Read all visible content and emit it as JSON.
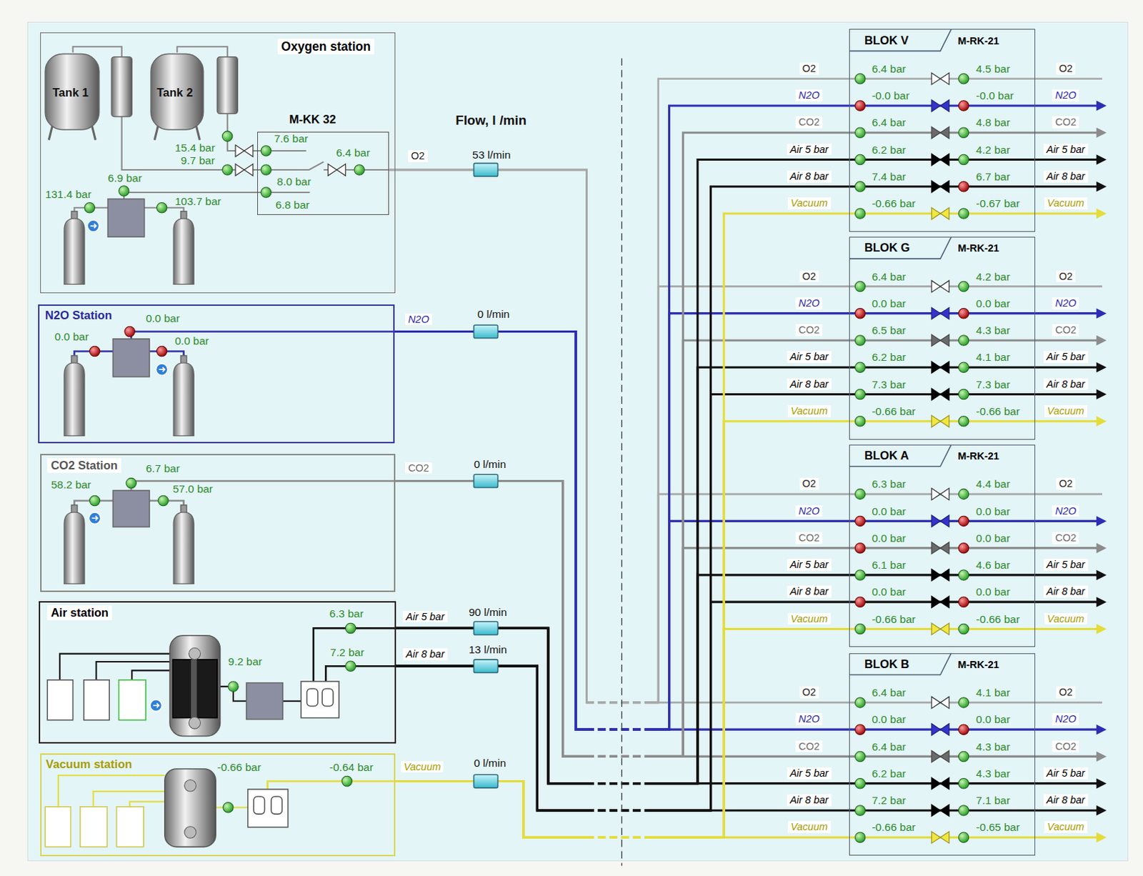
{
  "diagram": {
    "nodes": [
      {
        "text": [
          "Oxygen station"
        ]
      },
      {
        "text": [
          "M-KK 32"
        ],
        "in": 0
      },
      {
        "text": [
          "N2O Station"
        ]
      },
      {
        "text": [
          "CO2 Station"
        ]
      },
      {
        "text": [
          "Air station"
        ]
      },
      {
        "text": [
          "Vacuum station"
        ]
      },
      {
        "text": [
          "BLOK V",
          "M-RK-21"
        ]
      },
      {
        "text": [
          "BLOK G",
          "M-RK-21"
        ]
      },
      {
        "text": [
          "BLOK A",
          "M-RK-21"
        ]
      },
      {
        "text": [
          "BLOK B",
          "M-RK-21"
        ]
      }
    ],
    "edges": [
      {
        "from": 1,
        "to": 6,
        "arrow": "none"
      },
      {
        "from": 1,
        "to": 7,
        "arrow": "none"
      },
      {
        "from": 1,
        "to": 8,
        "arrow": "none"
      },
      {
        "from": 1,
        "to": 9,
        "arrow": "none"
      },
      {
        "from": 2,
        "to": 6,
        "arrow": "none"
      },
      {
        "from": 2,
        "to": 7,
        "arrow": "none"
      },
      {
        "from": 2,
        "to": 8,
        "arrow": "none"
      },
      {
        "from": 2,
        "to": 9,
        "arrow": "none"
      },
      {
        "from": 3,
        "to": 6,
        "arrow": "none"
      },
      {
        "from": 3,
        "to": 7,
        "arrow": "none"
      },
      {
        "from": 3,
        "to": 8,
        "arrow": "none"
      },
      {
        "from": 3,
        "to": 9,
        "arrow": "none"
      },
      {
        "from": 4,
        "to": 6,
        "arrow": "none"
      },
      {
        "from": 4,
        "to": 7,
        "arrow": "none"
      },
      {
        "from": 4,
        "to": 8,
        "arrow": "none"
      },
      {
        "from": 4,
        "to": 9,
        "arrow": "none"
      },
      {
        "from": 4,
        "to": 6,
        "arrow": "none"
      },
      {
        "from": 4,
        "to": 7,
        "arrow": "none"
      },
      {
        "from": 4,
        "to": 8,
        "arrow": "none"
      },
      {
        "from": 4,
        "to": 9,
        "arrow": "none"
      },
      {
        "from": 5,
        "to": 6,
        "arrow": "none"
      },
      {
        "from": 5,
        "to": 7,
        "arrow": "none"
      },
      {
        "from": 5,
        "to": 8,
        "arrow": "none"
      },
      {
        "from": 5,
        "to": 9,
        "arrow": "none"
      }
    ],
    "labels": [
      "Tank 1",
      "Tank 2",
      "15.4 bar",
      "9.7 bar",
      "7.6 bar",
      "6.4 bar",
      "8.0 bar",
      "6.8 bar",
      "6.9 bar",
      "131.4 bar",
      "103.7 bar",
      "Flow, l /min",
      "O2",
      "53 l/min",
      "0.0 bar",
      "0.0 bar",
      "0.0 bar",
      "N2O",
      "0 l/min",
      "6.7 bar",
      "58.2 bar",
      "57.0 bar",
      "CO2",
      "0 l/min",
      "6.3 bar",
      "7.2 bar",
      "9.2 bar",
      "Air 5 bar",
      "90 l/min",
      "Air 8 bar",
      "13 l/min",
      "-0.66 bar",
      "-0.64 bar",
      "Vacuum",
      "0 l/min",
      "O2",
      "6.4 bar",
      "4.5 bar",
      "O2",
      "N2O",
      "-0.0 bar",
      "-0.0 bar",
      "N2O",
      "CO2",
      "6.4 bar",
      "4.8 bar",
      "CO2",
      "Air 5 bar",
      "6.2 bar",
      "4.2 bar",
      "Air 5 bar",
      "Air 8 bar",
      "7.4 bar",
      "6.7 bar",
      "Air 8 bar",
      "Vacuum",
      "-0.66 bar",
      "-0.67 bar",
      "Vacuum",
      "O2",
      "6.4 bar",
      "4.2 bar",
      "O2",
      "N2O",
      "0.0 bar",
      "0.0 bar",
      "N2O",
      "CO2",
      "6.5 bar",
      "4.3 bar",
      "CO2",
      "Air 5 bar",
      "6.2 bar",
      "4.1 bar",
      "Air 5 bar",
      "Air 8 bar",
      "7.3 bar",
      "7.3 bar",
      "Air 8 bar",
      "Vacuum",
      "-0.66 bar",
      "-0.66 bar",
      "Vacuum",
      "O2",
      "6.3 bar",
      "4.4 bar",
      "O2",
      "N2O",
      "0.0 bar",
      "0.0 bar",
      "N2O",
      "CO2",
      "0.0 bar",
      "0.0 bar",
      "CO2",
      "Air 5 bar",
      "6.1 bar",
      "4.6 bar",
      "Air 5 bar",
      "Air 8 bar",
      "0.0 bar",
      "0.0 bar",
      "Air 8 bar",
      "Vacuum",
      "-0.66 bar",
      "-0.66 bar",
      "Vacuum",
      "O2",
      "6.4 bar",
      "4.1 bar",
      "O2",
      "N2O",
      "0.0 bar",
      "0.0 bar",
      "N2O",
      "CO2",
      "6.4 bar",
      "4.3 bar",
      "CO2",
      "Air 5 bar",
      "6.2 bar",
      "4.3 bar",
      "Air 5 bar",
      "Air 8 bar",
      "7.2 bar",
      "7.1 bar",
      "Air 8 bar",
      "Vacuum",
      "-0.66 bar",
      "-0.65 bar",
      "Vacuum"
    ]
  }
}
